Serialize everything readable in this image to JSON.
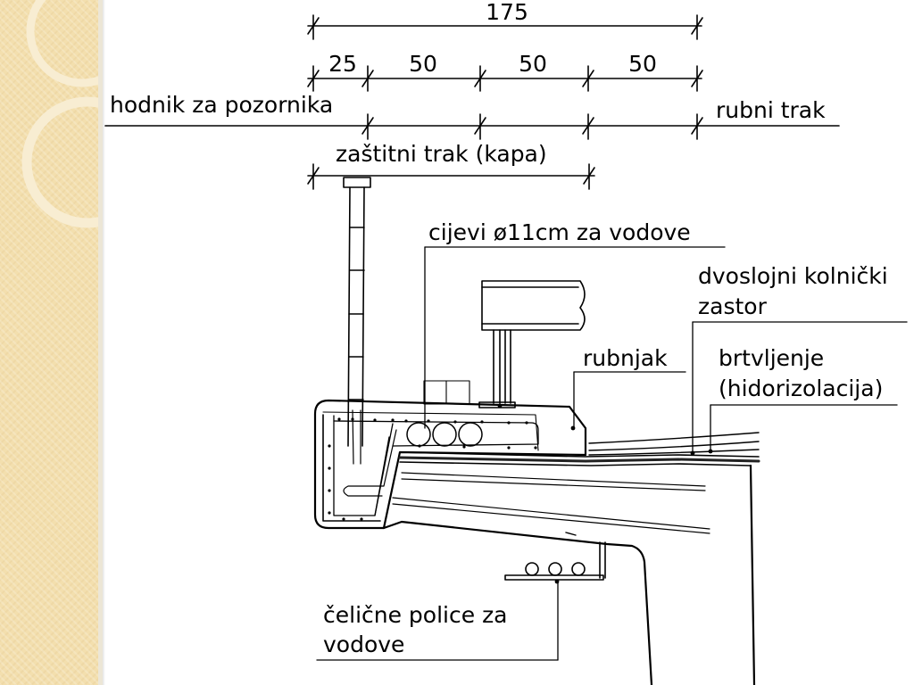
{
  "colors": {
    "sidebar": "#f3dfae",
    "sidebar_ring": "#f8edd2",
    "line": "#000000",
    "background": "#ffffff"
  },
  "dimensions": {
    "total": "175",
    "segments": [
      "25",
      "50",
      "50",
      "50"
    ]
  },
  "labels": {
    "hodnik": "hodnik za pozornika",
    "rubni_trak": "rubni trak",
    "zastitni_trak": "zaštitni trak (kapa)",
    "cijevi": "cijevi ø11cm za vodove",
    "kolnicki_1": "dvoslojni kolnički",
    "kolnicki_2": "zastor",
    "rubnjak": "rubnjak",
    "brtvljenje_1": "brtvljenje",
    "brtvljenje_2": "(hidorizolacija)",
    "police_1": "čelične police za",
    "police_2": "vodove"
  }
}
